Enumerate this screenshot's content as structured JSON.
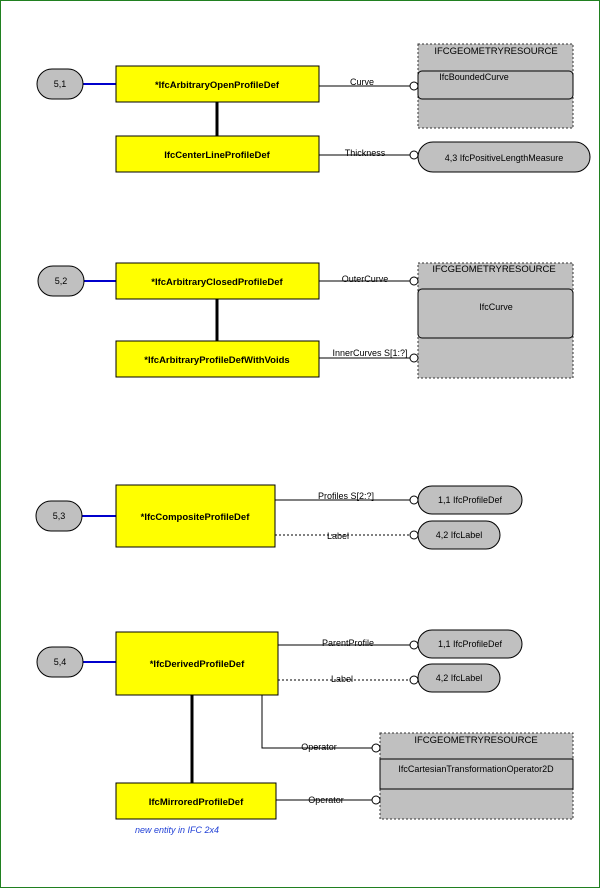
{
  "colors": {
    "border": "#208020",
    "entity_fill": "#ffff00",
    "ref_fill": "#c0c0c0",
    "blue_line": "#0000cc",
    "note": "#1f3fd6"
  },
  "diagram": {
    "pages": [
      {
        "id": "p51",
        "label": "5,1"
      },
      {
        "id": "p52",
        "label": "5,2"
      },
      {
        "id": "p53",
        "label": "5,3"
      },
      {
        "id": "p54",
        "label": "5,4"
      }
    ],
    "entities": [
      {
        "id": "arbOpen",
        "label": "*IfcArbitraryOpenProfileDef"
      },
      {
        "id": "centerLine",
        "label": "IfcCenterLineProfileDef"
      },
      {
        "id": "arbClosed",
        "label": "*IfcArbitraryClosedProfileDef"
      },
      {
        "id": "withVoids",
        "label": "*IfcArbitraryProfileDefWithVoids"
      },
      {
        "id": "composite",
        "label": "*IfcCompositeProfileDef"
      },
      {
        "id": "derived",
        "label": "*IfcDerivedProfileDef"
      },
      {
        "id": "mirrored",
        "label": "IfcMirroredProfileDef"
      }
    ],
    "refs": [
      {
        "id": "r_poslen",
        "label": "4,3 IfcPositiveLengthMeasure"
      },
      {
        "id": "r_prof1",
        "label": "1,1 IfcProfileDef"
      },
      {
        "id": "r_label1",
        "label": "4,2 IfcLabel"
      },
      {
        "id": "r_prof2",
        "label": "1,1 IfcProfileDef"
      },
      {
        "id": "r_label2",
        "label": "4,2 IfcLabel"
      }
    ],
    "groups": [
      {
        "id": "g1",
        "title": "IFCGEOMETRYRESOURCE",
        "item": "IfcBoundedCurve"
      },
      {
        "id": "g2",
        "title": "IFCGEOMETRYRESOURCE",
        "item": "IfcCurve"
      },
      {
        "id": "g3",
        "title": "IFCGEOMETRYRESOURCE",
        "item": "IfcCartesianTransformationOperator2D"
      }
    ],
    "relations": [
      {
        "id": "curve",
        "label": "Curve",
        "dashed": false
      },
      {
        "id": "thickness",
        "label": "Thickness",
        "dashed": false
      },
      {
        "id": "outerCurve",
        "label": "OuterCurve",
        "dashed": false
      },
      {
        "id": "innerCurves",
        "label": "InnerCurves S[1:?]",
        "dashed": false
      },
      {
        "id": "profiles",
        "label": "Profiles S[2:?]",
        "dashed": false
      },
      {
        "id": "label1",
        "label": "Label",
        "dashed": true
      },
      {
        "id": "parentProfile",
        "label": "ParentProfile",
        "dashed": false
      },
      {
        "id": "label2",
        "label": "Label",
        "dashed": true
      },
      {
        "id": "operator1",
        "label": "Operator",
        "dashed": false
      },
      {
        "id": "operator2",
        "label": "Operator",
        "dashed": false
      }
    ],
    "note": "new entity in IFC 2x4"
  }
}
